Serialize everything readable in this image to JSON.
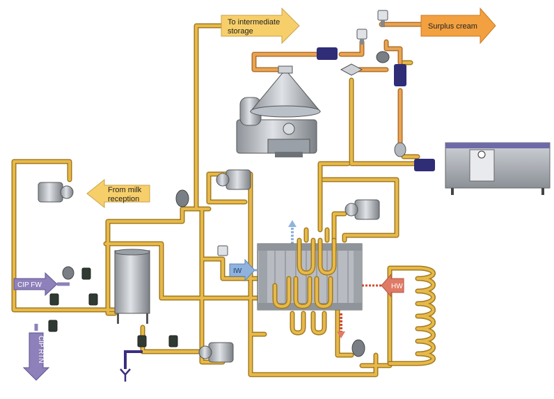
{
  "labels": {
    "to_storage_line1": "To intermediate",
    "to_storage_line2": "storage",
    "surplus_cream": "Surplus cream",
    "from_milk_line1": "From milk",
    "from_milk_line2": "reception",
    "iw": "IW",
    "hw": "HW",
    "cip_fw": "CIP FW",
    "cip_rtn": "CIP RTN"
  },
  "colors": {
    "pipe": "#e7b94a",
    "pipe_outline": "#a27a1e",
    "cream_pipe": "#e7a455",
    "arrow_fill": "#f7cf6a",
    "arrow_cream": "#f3a040",
    "iw_blue": "#8fb3dc",
    "hw_red": "#e07a66",
    "cip_purple": "#8e80ba",
    "drain": "#3b2f7f",
    "equipment": "#b8bcc2",
    "flowmeter": "#2f2d76"
  },
  "icons": {
    "separator": "separator-icon",
    "pump": "pump-icon",
    "valve": "valve-icon",
    "tank": "tank-icon",
    "plate_heat_exchanger": "plate-heat-exchanger-icon",
    "holding_tube": "holding-tube-icon",
    "control_panel": "control-panel-icon",
    "flowmeter": "flowmeter-icon",
    "drain": "drain-icon"
  }
}
